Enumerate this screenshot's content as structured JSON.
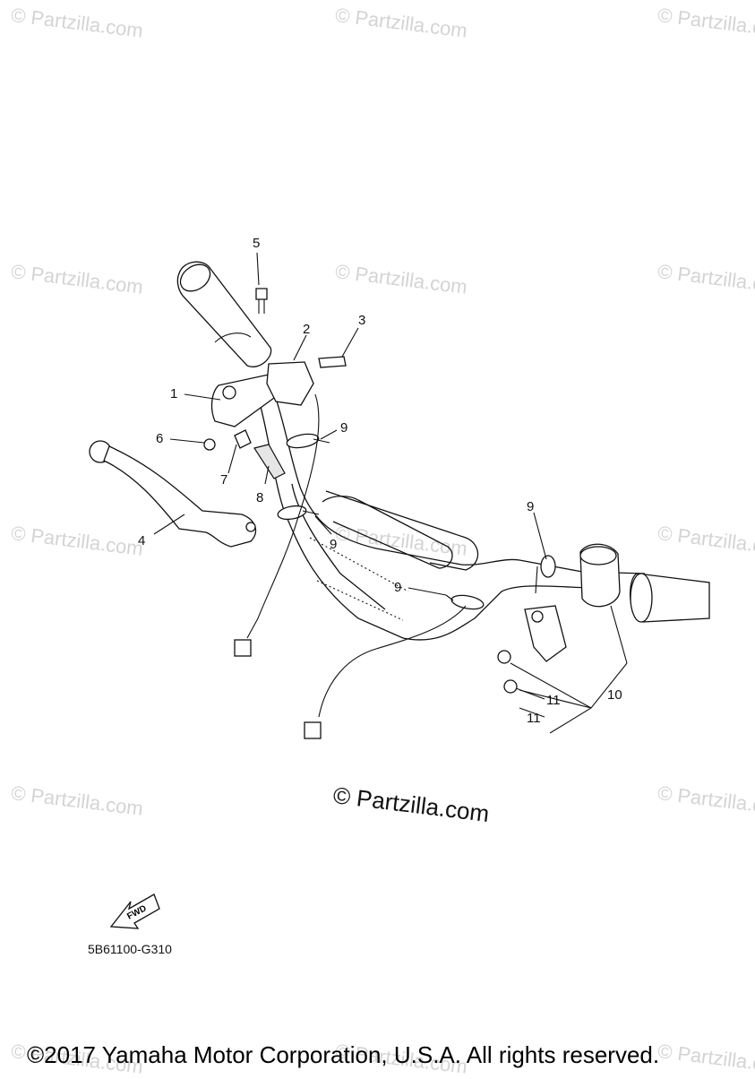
{
  "watermark": "© Partzilla.com",
  "center_watermark": "© Partzilla.com",
  "fwd_arrow_text": "FWD",
  "diagram_code": "5B61100-G310",
  "copyright": "©2017 Yamaha Motor Corporation, U.S.A. All rights reserved.",
  "callouts": {
    "c1": "1",
    "c2": "2",
    "c3": "3",
    "c4": "4",
    "c5": "5",
    "c6": "6",
    "c7": "7",
    "c8": "8",
    "c9a": "9",
    "c9b": "9",
    "c9c": "9",
    "c9d": "9",
    "c10": "10",
    "c11a": "11",
    "c11b": "11"
  }
}
